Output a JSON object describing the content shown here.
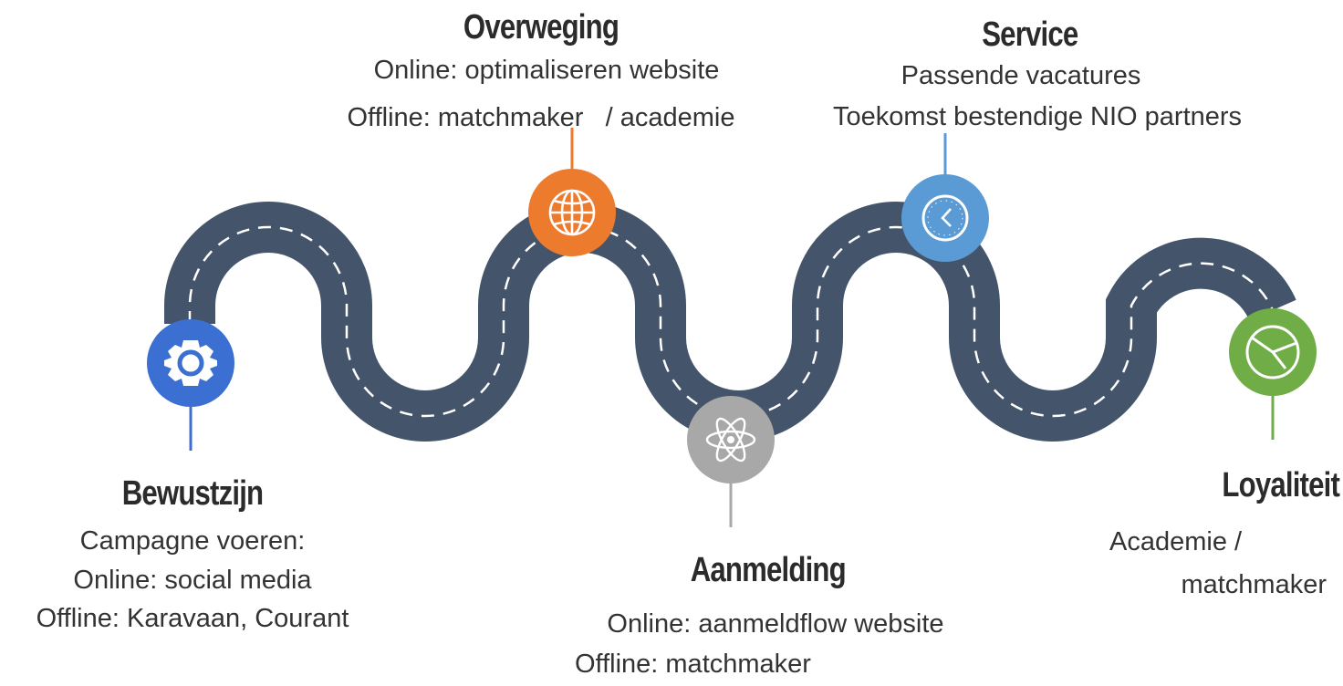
{
  "stages": [
    {
      "id": "bewustzijn",
      "title": "Bewustzijn",
      "lines": [
        "Campagne voeren:",
        "Online: social media",
        "Offline: Karavaan, Courant"
      ],
      "icon": "gear-icon",
      "color": "#3b6fd1"
    },
    {
      "id": "overweging",
      "title": "Overweging",
      "lines": [
        "Online: optimaliseren website",
        "Offline: matchmaker   / academie"
      ],
      "icon": "globe-icon",
      "color": "#ec7b2d"
    },
    {
      "id": "aanmelding",
      "title": "Aanmelding",
      "lines": [
        "Online: aanmeldflow website",
        "Offline: matchmaker"
      ],
      "icon": "atom-icon",
      "color": "#a8a8a8"
    },
    {
      "id": "service",
      "title": "Service",
      "lines": [
        "Passende vacatures",
        "Toekomst bestendige NIO partners"
      ],
      "icon": "clock-icon",
      "color": "#5b9bd5"
    },
    {
      "id": "loyaliteit",
      "title": "Loyaliteit",
      "lines": [
        "Academie /",
        "matchmaker"
      ],
      "icon": "pie-chart-icon",
      "color": "#70ad47"
    }
  ],
  "colors": {
    "road": "#44546a",
    "road_edge": "#ffffff",
    "lane": "#ffffff"
  }
}
